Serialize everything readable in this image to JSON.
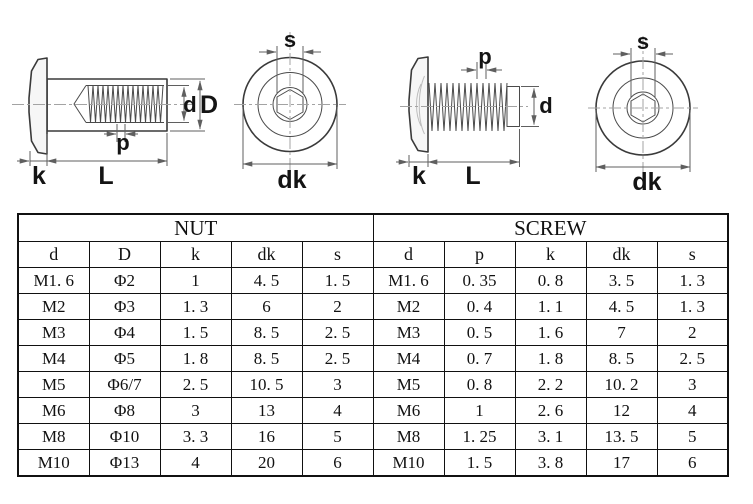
{
  "drawing": {
    "nut_side": {
      "d": "d",
      "D": "D",
      "p": "p",
      "k": "k",
      "L": "L"
    },
    "nut_front": {
      "s": "s",
      "dk": "dk"
    },
    "screw_side": {
      "p": "p",
      "d": "d",
      "k": "k",
      "L": "L"
    },
    "screw_front": {
      "s": "s",
      "dk": "dk"
    }
  },
  "table": {
    "groups": [
      {
        "title": "NUT",
        "columns": [
          "d",
          "D",
          "k",
          "dk",
          "s"
        ]
      },
      {
        "title": "SCREW",
        "columns": [
          "d",
          "p",
          "k",
          "dk",
          "s"
        ]
      }
    ],
    "rows": [
      {
        "nut": [
          "M1. 6",
          "Φ2",
          "1",
          "4. 5",
          "1. 5"
        ],
        "screw": [
          "M1. 6",
          "0. 35",
          "0. 8",
          "3. 5",
          "1. 3"
        ]
      },
      {
        "nut": [
          "M2",
          "Φ3",
          "1. 3",
          "6",
          "2"
        ],
        "screw": [
          "M2",
          "0. 4",
          "1. 1",
          "4. 5",
          "1. 3"
        ]
      },
      {
        "nut": [
          "M3",
          "Φ4",
          "1. 5",
          "8. 5",
          "2. 5"
        ],
        "screw": [
          "M3",
          "0. 5",
          "1. 6",
          "7",
          "2"
        ]
      },
      {
        "nut": [
          "M4",
          "Φ5",
          "1. 8",
          "8. 5",
          "2. 5"
        ],
        "screw": [
          "M4",
          "0. 7",
          "1. 8",
          "8. 5",
          "2. 5"
        ]
      },
      {
        "nut": [
          "M5",
          "Φ6/7",
          "2. 5",
          "10. 5",
          "3"
        ],
        "screw": [
          "M5",
          "0. 8",
          "2. 2",
          "10. 2",
          "3"
        ]
      },
      {
        "nut": [
          "M6",
          "Φ8",
          "3",
          "13",
          "4"
        ],
        "screw": [
          "M6",
          "1",
          "2. 6",
          "12",
          "4"
        ]
      },
      {
        "nut": [
          "M8",
          "Φ10",
          "3. 3",
          "16",
          "5"
        ],
        "screw": [
          "M8",
          "1. 25",
          "3. 1",
          "13. 5",
          "5"
        ]
      },
      {
        "nut": [
          "M10",
          "Φ13",
          "4",
          "20",
          "6"
        ],
        "screw": [
          "M10",
          "1. 5",
          "3. 8",
          "17",
          "6"
        ]
      }
    ]
  },
  "colors": {
    "line": "#3a3a3a",
    "dimension": "#5f5f5f",
    "centerline": "#a3a3a3",
    "table_border": "#111111",
    "background": "#ffffff"
  }
}
